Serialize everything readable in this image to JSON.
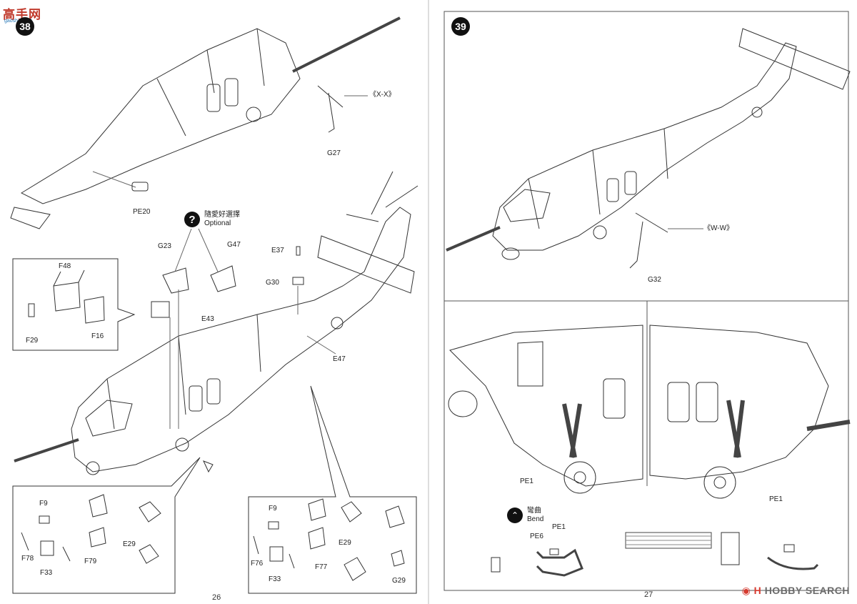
{
  "watermark": {
    "logo_text": "高手网",
    "sub_text": "gaoshou.net"
  },
  "steps": {
    "left_partial": "38",
    "right": "39"
  },
  "page_numbers": {
    "left": "26",
    "right": "27"
  },
  "optional": {
    "label_cn": "隨愛好選擇",
    "label_en": "Optional"
  },
  "bend": {
    "label_cn": "彎曲",
    "label_en": "Bend"
  },
  "views": {
    "xx": "《X-X》",
    "ww": "《W-W》"
  },
  "parts": {
    "g27": "G27",
    "pe20": "PE20",
    "g23": "G23",
    "g47": "G47",
    "e37": "E37",
    "g30": "G30",
    "e43": "E43",
    "e47": "E47",
    "f48": "F48",
    "f29": "F29",
    "f16": "F16",
    "f9a": "F9",
    "f78": "F78",
    "f33a": "F33",
    "f79": "F79",
    "e29a": "E29",
    "f9b": "F9",
    "f76": "F76",
    "f33b": "F33",
    "f77": "F77",
    "e29b": "E29",
    "g29": "G29",
    "g32": "G32",
    "pe1a": "PE1",
    "pe1b": "PE1",
    "pe1c": "PE1",
    "pe6": "PE6"
  },
  "brand": {
    "mark": "H",
    "name": "HOBBY SEARCH",
    "leading": "◉"
  }
}
